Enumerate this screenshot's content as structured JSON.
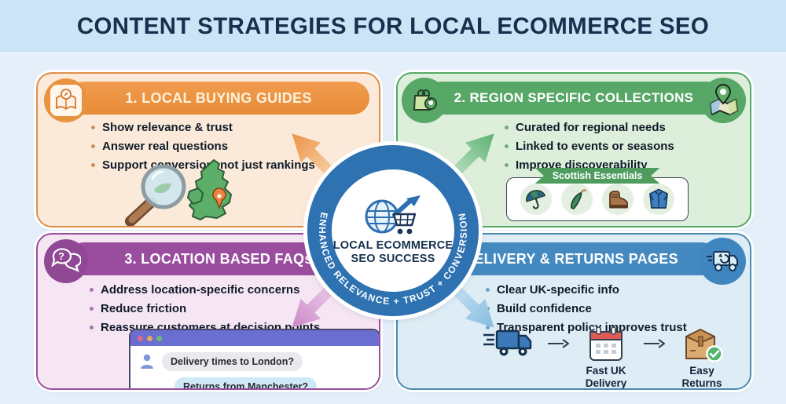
{
  "title": "CONTENT STRATEGIES FOR LOCAL ECOMMERCE SEO",
  "colors": {
    "page_bg": "#e4effa",
    "title_band_bg": "#cde4f6",
    "title_color": "#15314d",
    "center_ring": "#2e72b2",
    "orange_accent": "#e88c38",
    "green_accent": "#57a766",
    "purple_accent": "#9a4d9e",
    "blue_accent": "#4489c0"
  },
  "center": {
    "icon": "globe-cart-growth-arrow-icon",
    "ring_text": "ENHANCED RELEVANCE + TRUST + CONVERSION",
    "title_line1": "LOCAL ECOMMERCE",
    "title_line2": "SEO SUCCESS"
  },
  "cards": [
    {
      "title": "1. LOCAL BUYING GUIDES",
      "icon": "book-compass-icon",
      "bullets": [
        "Show relevance & trust",
        "Answer real questions",
        "Support conversion, not just rankings"
      ],
      "illustration": "uk-map-magnifier"
    },
    {
      "title": "2. REGION SPECIFIC COLLECTIONS",
      "icon_left": "shopping-bag-pin-icon",
      "icon_right": "map-location-pin-icon",
      "bullets": [
        "Curated for regional needs",
        "Linked to events or seasons",
        "Improve discoverability"
      ],
      "collection": {
        "label": "Scottish Essentials",
        "items": [
          "open-umbrella-icon",
          "closed-umbrella-icon",
          "hiking-boot-icon",
          "rain-jacket-icon"
        ]
      }
    },
    {
      "title": "3. LOCATION BASED FAQs",
      "icon": "chat-question-icon",
      "bullets": [
        "Address location-specific concerns",
        "Reduce friction",
        "Reassure customers at decision points"
      ],
      "chat": {
        "messages": [
          "Delivery times to London?",
          "Returns from Manchester?"
        ]
      }
    },
    {
      "title": "4. DELIVERY & RETURNS PAGES",
      "icon": "delivery-truck-return-icon",
      "bullets": [
        "Clear UK-specific info",
        "Build confidence",
        "Transparent policy improves trust"
      ],
      "flow": {
        "labels": [
          "Fast UK Delivery",
          "Easy Returns"
        ],
        "icons": [
          "speeding-truck-icon",
          "calendar-icon",
          "box-check-icon"
        ]
      }
    }
  ]
}
